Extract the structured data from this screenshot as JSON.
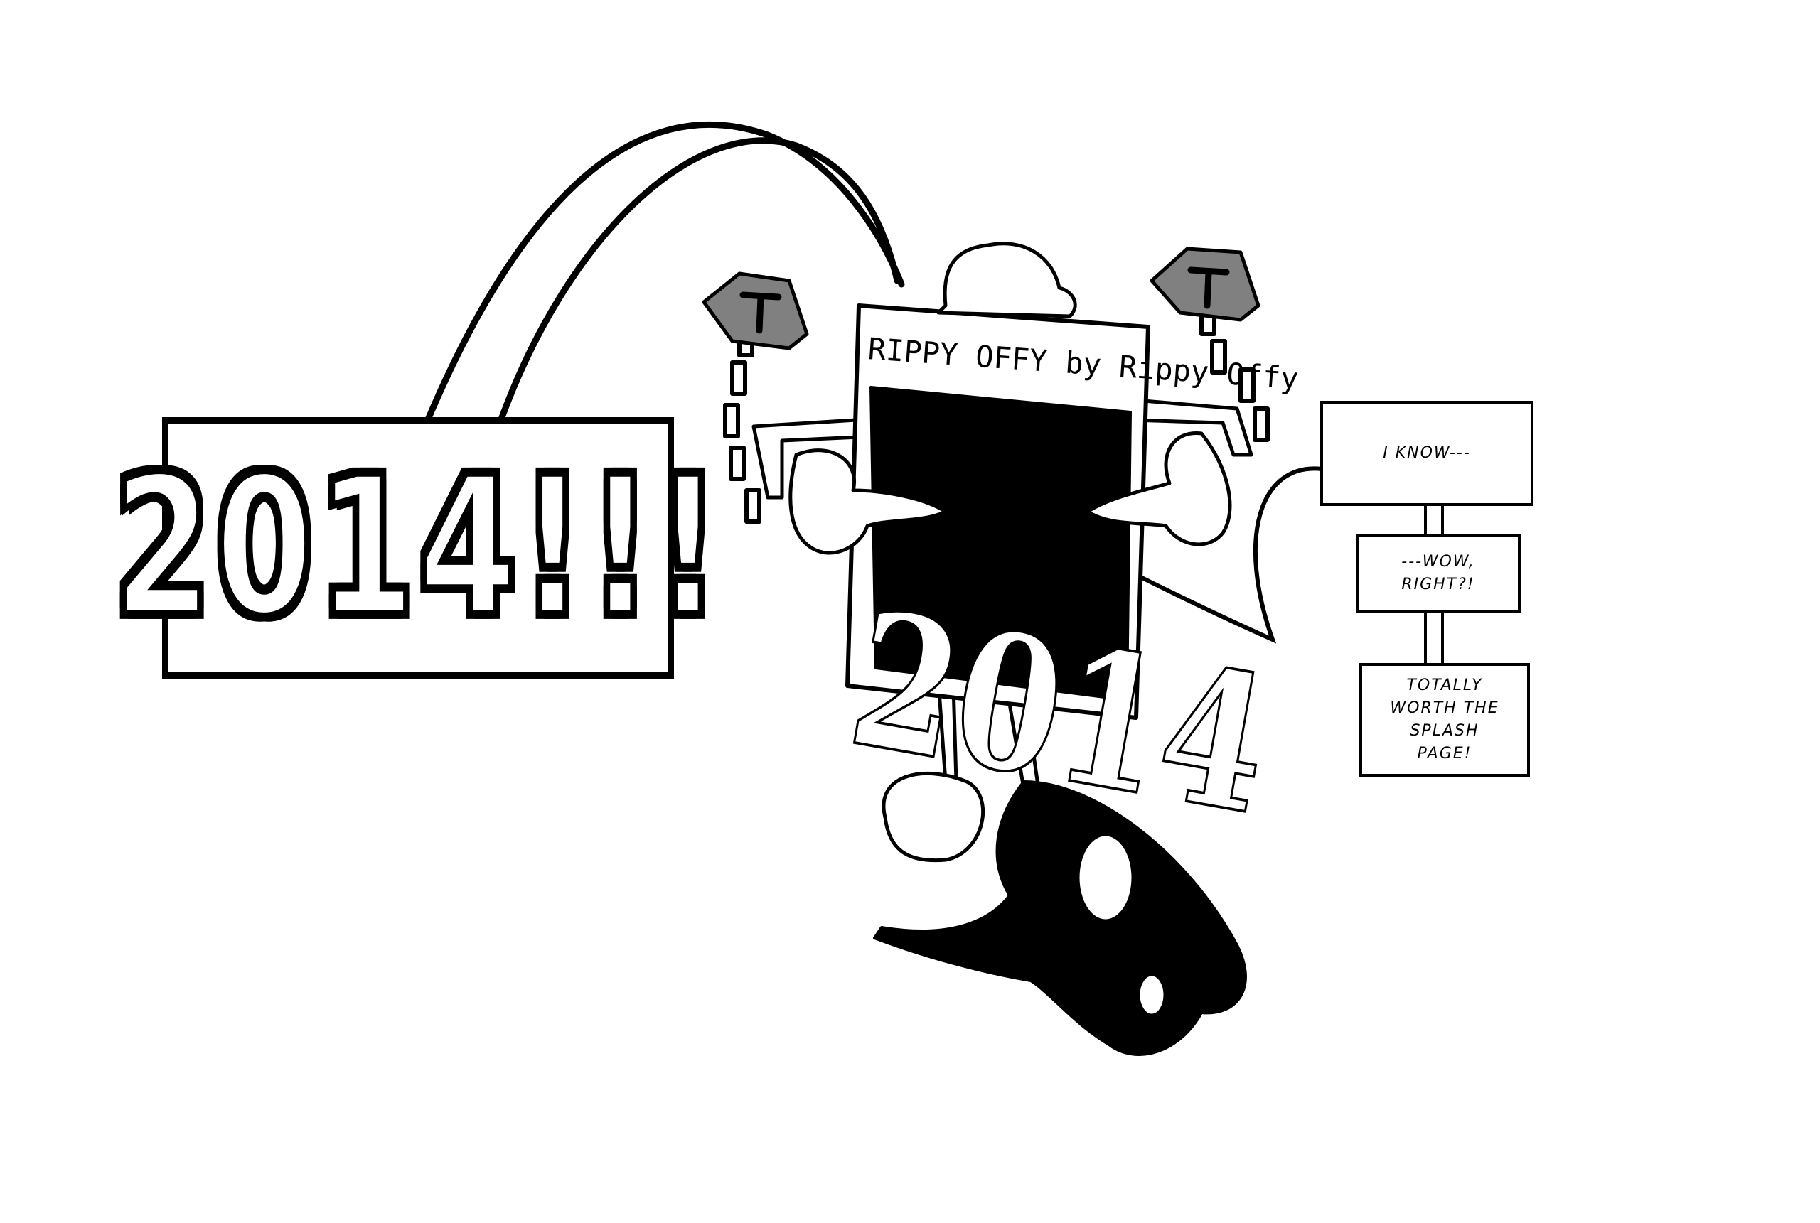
{
  "speech_balloon": {
    "text": "2014!!!"
  },
  "captions": [
    {
      "text": "I KNOW---"
    },
    {
      "text": "---WOW,\nRIGHT?!"
    },
    {
      "text": "TOTALLY\nWORTH THE\nSPLASH\nPAGE!"
    }
  ],
  "sign": {
    "header": "RIPPY OFFY by Rippy Offy",
    "big_number": "2014"
  },
  "colors": {
    "ink": "#000000",
    "paper": "#ffffff",
    "tone": "#808080"
  }
}
